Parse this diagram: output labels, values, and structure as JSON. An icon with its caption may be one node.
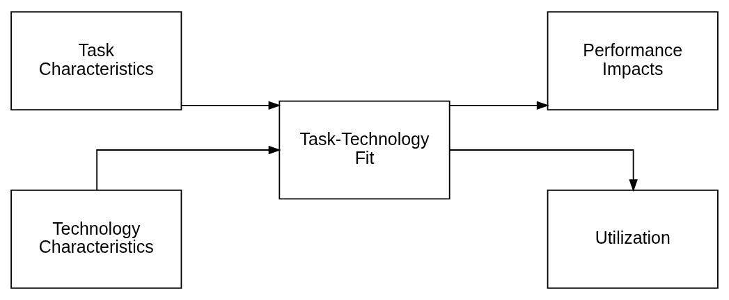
{
  "diagram": {
    "nodes": [
      {
        "text": [
          "Task Characteristics"
        ]
      },
      {
        "text": [
          "Technology Characteristics"
        ]
      },
      {
        "text": [
          "Task-Technology Fit"
        ]
      },
      {
        "text": [
          "Performance Impacts"
        ]
      },
      {
        "text": [
          "Utilization"
        ]
      }
    ],
    "edges": [
      {
        "from": 0,
        "to": 2,
        "arrow": "to"
      },
      {
        "from": 1,
        "to": 2,
        "arrow": "to"
      },
      {
        "from": 2,
        "to": 3,
        "arrow": "to"
      },
      {
        "from": 2,
        "to": 4,
        "arrow": "to"
      }
    ]
  }
}
